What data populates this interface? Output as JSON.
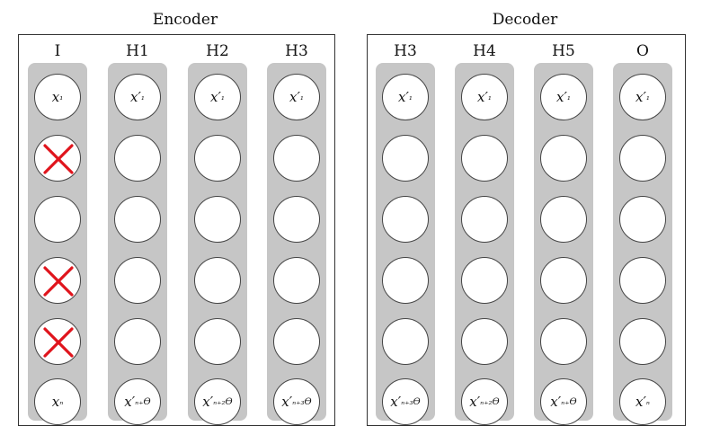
{
  "encoder": {
    "title": "Encoder",
    "columns": [
      {
        "label": "I",
        "top": "x₁",
        "bottom": "xₙ",
        "dropped": [
          1,
          3,
          4
        ]
      },
      {
        "label": "H1",
        "top": "x′₁",
        "bottom": "x′ₙ₊ϴ",
        "dropped": []
      },
      {
        "label": "H2",
        "top": "x′₁",
        "bottom": "x′ₙ₊₂ϴ",
        "dropped": []
      },
      {
        "label": "H3",
        "top": "x′₁",
        "bottom": "x′ₙ₊₃ϴ",
        "dropped": []
      }
    ]
  },
  "decoder": {
    "title": "Decoder",
    "columns": [
      {
        "label": "H3",
        "top": "x′₁",
        "bottom": "x′ₙ₊₃ϴ",
        "dropped": []
      },
      {
        "label": "H4",
        "top": "x′₁",
        "bottom": "x′ₙ₊₂ϴ",
        "dropped": []
      },
      {
        "label": "H5",
        "top": "x′₁",
        "bottom": "x′ₙ₊ϴ",
        "dropped": []
      },
      {
        "label": "O",
        "top": "x′₁",
        "bottom": "x′ₙ",
        "dropped": []
      }
    ]
  },
  "colors": {
    "column_bg": "#c6c6c6",
    "cross": "#e0141c",
    "border": "#333333"
  }
}
